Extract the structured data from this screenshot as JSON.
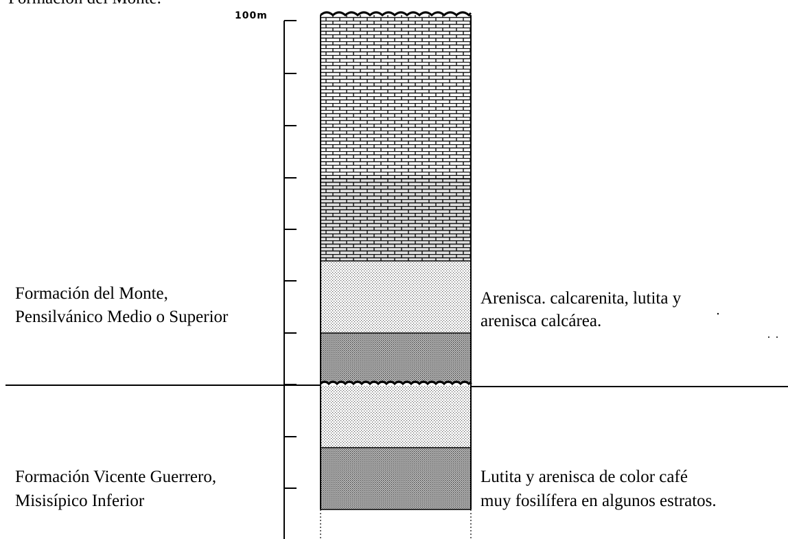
{
  "header_fragment": "Formación del Monte.",
  "scale": {
    "top_label": "100m"
  },
  "upper_formation": {
    "name_line1": "Formación del Monte,",
    "name_line2": "Pensilvánico Medio o Superior",
    "lithology_line1": "Arenisca. calcarenita, lutita y",
    "lithology_line2": "arenisca calcárea."
  },
  "lower_formation": {
    "name_line1": "Formación Vicente Guerrero,",
    "name_line2": "Misisípico Inferior",
    "lithology_line1": "Lutita y arenisca de color café",
    "lithology_line2": "muy fosilífera en algunos estratos."
  },
  "colors": {
    "ink": "#000000",
    "limestone_fill": "#1f1f1f",
    "sandstone_fill": "#9a9a9a",
    "shale_fill": "#5e5e5e"
  }
}
